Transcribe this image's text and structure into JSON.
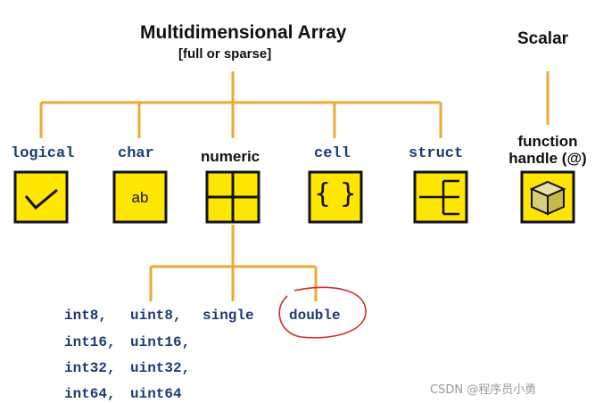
{
  "header": {
    "title": "Multidimensional Array",
    "subtitle": "[full or sparse]",
    "scalar": "Scalar"
  },
  "types": [
    {
      "label": "logical",
      "icon": "checkmark-icon"
    },
    {
      "label": "char",
      "icon": "ab-icon",
      "icon_text": "ab"
    },
    {
      "label": "numeric",
      "icon": "grid-icon"
    },
    {
      "label": "cell",
      "icon": "braces-icon",
      "icon_text": "{ }"
    },
    {
      "label": "struct",
      "icon": "struct-icon"
    }
  ],
  "function_handle": {
    "label_line1": "function",
    "label_line2": "handle (@)",
    "icon": "cube-icon"
  },
  "numeric_types": {
    "row1": [
      "int8,",
      "uint8,",
      "single",
      "double"
    ],
    "row2": [
      "int16,",
      "uint16,"
    ],
    "row3": [
      "int32,",
      "uint32,"
    ],
    "row4": [
      "int64,",
      "uint64"
    ]
  },
  "watermark": "CSDN @程序员小勇",
  "colors": {
    "line": "#f0a830",
    "box_fill": "#ffe600",
    "box_border": "#111111",
    "text_blue": "#1d3c73",
    "circle": "#d42a2a"
  }
}
